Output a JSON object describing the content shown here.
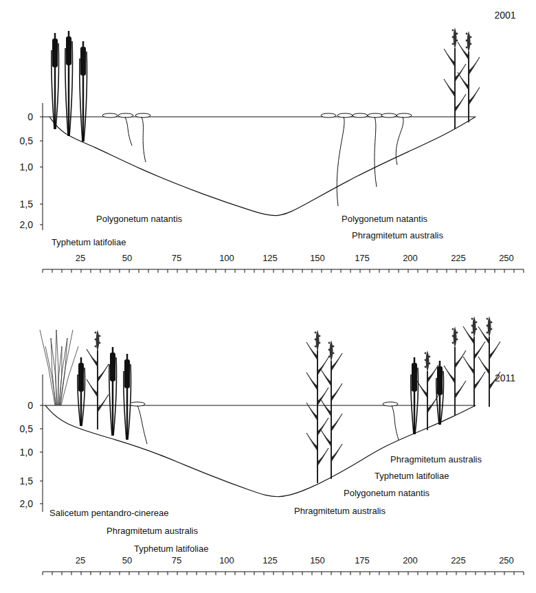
{
  "diagram": {
    "labels": [
      "2001",
      "0",
      "0,5",
      "1,0",
      "1,5",
      "2,0",
      "Polygonetum natantis",
      "Polygonetum natantis",
      "Phragmitetum australis",
      "Typhetum latifoliae",
      "25",
      "50",
      "75",
      "100",
      "125",
      "150",
      "175",
      "200",
      "225",
      "250",
      "2011",
      "0",
      "0,5",
      "1,0",
      "1,5",
      "2,0",
      "Salicetum pentandro-cinereae",
      "Phragmitetum australis",
      "Typhetum latifoliae",
      "Phragmitetum australis",
      "Typhetum latifoliae",
      "Polygonetum natantis",
      "Phragmitetum australis",
      "25",
      "50",
      "75",
      "100",
      "125",
      "150",
      "175",
      "200",
      "225",
      "250"
    ]
  }
}
